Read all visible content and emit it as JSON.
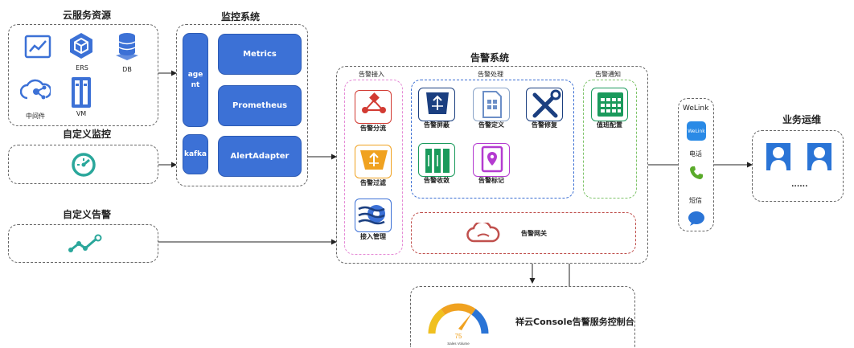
{
  "cloud_resources": {
    "title": "云服务资源",
    "items": {
      "ers": "ERS",
      "db": "DB",
      "middleware": "中间件",
      "vm": "VM"
    }
  },
  "custom_monitor": {
    "title": "自定义监控"
  },
  "custom_alarm": {
    "title": "自定义告警"
  },
  "monitor_system": {
    "title": "监控系统",
    "agent": "agent",
    "kafka": "kafka",
    "metrics": "Metrics",
    "prometheus": "Prometheus",
    "alert_adapter": "AlertAdapter"
  },
  "alarm_system": {
    "title": "告警系统",
    "access": {
      "title": "告警接入",
      "items": [
        "告警分流",
        "告警过滤",
        "接入管理"
      ]
    },
    "processing": {
      "title": "告警处理",
      "items": [
        "告警屏蔽",
        "告警定义",
        "告警修复",
        "告警收敛",
        "告警标记"
      ]
    },
    "notify": {
      "title": "告警通知",
      "items": [
        "值班配置"
      ]
    },
    "gateway": "告警网关"
  },
  "channels": {
    "welink": "WeLink",
    "welink_logo": "WeLink",
    "phone": "电话",
    "sms": "短信"
  },
  "ops": {
    "title": "业务运维",
    "more": "......"
  },
  "console": {
    "label": "祥云Console告警服务控制台",
    "gauge_value": "75",
    "gauge_caption": "Sales Volume"
  },
  "colors": {
    "blue": "#3c71d6",
    "access_border": "#e58ad6",
    "processing_border": "#3b6fd3",
    "notify_border": "#7fc46a",
    "gateway_border": "#c0504d",
    "red": "#d23b33",
    "orange": "#f0a220",
    "navy": "#1b3f80",
    "green": "#1a9a5c",
    "purple": "#b43bd0",
    "teal": "#2aa79b"
  }
}
